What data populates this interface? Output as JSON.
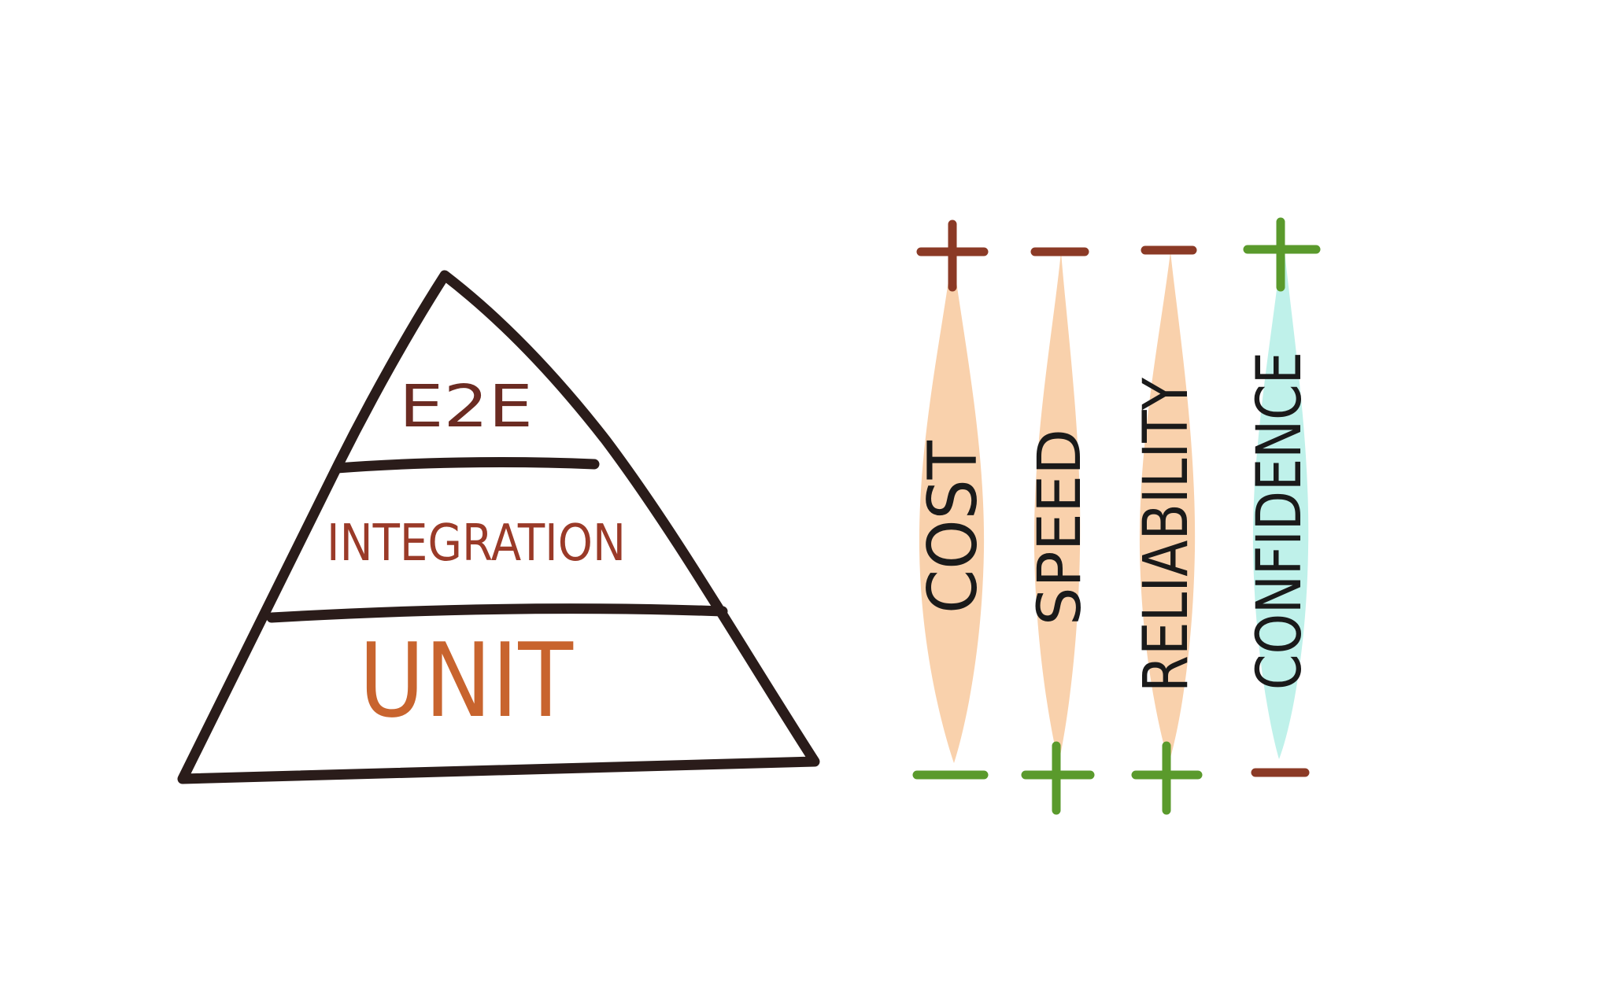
{
  "pyramid": {
    "levels": [
      {
        "label": "E2E",
        "color": "#6b2b22"
      },
      {
        "label": "INTEGRATION",
        "color": "#9a3a28"
      },
      {
        "label": "UNIT",
        "color": "#c8642e"
      }
    ],
    "outline_color": "#2a1c1a"
  },
  "scales": [
    {
      "label": "COST",
      "top_sign": "+",
      "bottom_sign": "−",
      "fill": "#f8c99e",
      "top_color": "#8b3a26",
      "bottom_color": "#5a9a2c"
    },
    {
      "label": "SPEED",
      "top_sign": "−",
      "bottom_sign": "+",
      "fill": "#f8c99e",
      "top_color": "#8b3a26",
      "bottom_color": "#5a9a2c"
    },
    {
      "label": "RELIABILITY",
      "top_sign": "−",
      "bottom_sign": "+",
      "fill": "#f8c99e",
      "top_color": "#8b3a26",
      "bottom_color": "#5a9a2c"
    },
    {
      "label": "CONFIDENCE",
      "top_sign": "+",
      "bottom_sign": "−",
      "fill": "#b8efe8",
      "top_color": "#5a9a2c",
      "bottom_color": "#8b3a26"
    }
  ]
}
